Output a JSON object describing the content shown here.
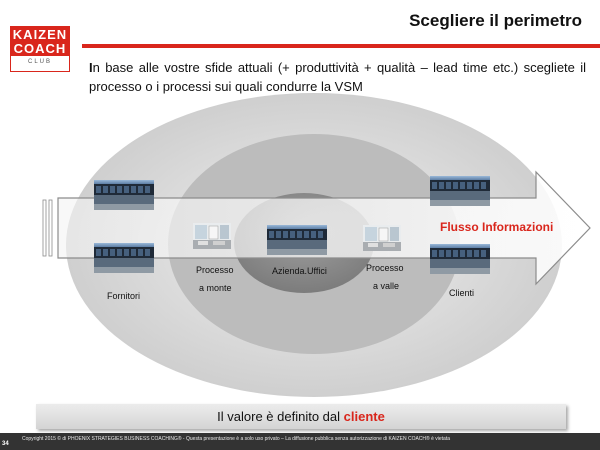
{
  "logo": {
    "line1": "KAIZEN",
    "line2": "COACH",
    "line3": "CLUB"
  },
  "slide_title": "Scegliere il perimetro",
  "intro": {
    "first_letter": "I",
    "text": "n base alle vostre sfide attuali (+ produttività + qualità – lead time etc.) scegliete il processo o i processi sui quali condurre la VSM"
  },
  "diagram": {
    "flow_label": "Flusso Informazioni",
    "fornitori": "Fornitori",
    "processo_monte_line1": "Processo",
    "processo_monte_line2": "a monte",
    "azienda": "Azienda.Uffici",
    "processo_valle_line1": "Processo",
    "processo_valle_line2": "a valle",
    "clienti": "Clienti"
  },
  "bottom": {
    "text": "Il valore è definito dal ",
    "highlight": "cliente"
  },
  "footer": {
    "page_number": "34",
    "copyright": "Copyright 2015 © di PHOENIX STRATEGIES BUSINESS COACHING® - Questa presentazione è a solo uso privato – La diffusione pubblica senza autorizzazione di KAIZEN COACH® è vietata"
  },
  "colors": {
    "accent": "#d9261c",
    "outer_ellipse": "#d6d6d6",
    "mid_ellipse": "#bdbdbd",
    "inner_ellipse": "#8a8a8a"
  }
}
